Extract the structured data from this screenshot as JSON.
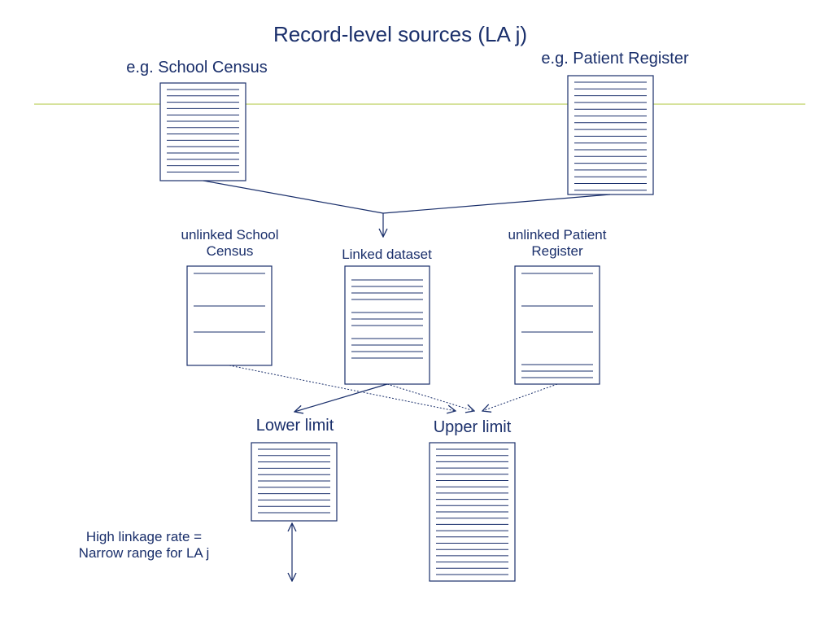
{
  "diagram": {
    "title": "Record-level sources (LA j)",
    "source_a_label": "e.g. School Census",
    "source_b_label": "e.g. Patient Register",
    "unlinked_a_label": "unlinked School Census",
    "linked_label": "Linked dataset",
    "unlinked_b_label": "unlinked Patient Register",
    "lower_limit_label": "Lower limit",
    "upper_limit_label": "Upper limit",
    "note": "High linkage rate = Narrow range for LA j"
  },
  "colors": {
    "ink": "#1a2f6b",
    "rule": "#c8d97a"
  }
}
